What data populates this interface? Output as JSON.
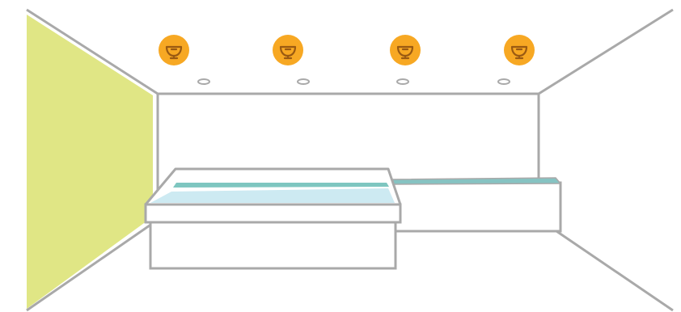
{
  "palette": {
    "background": "#ffffff",
    "line": "#a9a9a9",
    "left_wall": "#e0e685",
    "light_badge": "#f7a823",
    "light_badge_icon": "#9a5a12",
    "bed_top_light": "#cdeaf2",
    "bed_top_teal": "#7ec6c0",
    "bench_top": "#86c3c2",
    "ceiling_vent": "#a9a9a9"
  },
  "icons": {
    "light_badge": "cup-icon",
    "ceiling_vent": "ceiling-vent-icon"
  },
  "lights": [
    {
      "id": "light-1"
    },
    {
      "id": "light-2"
    },
    {
      "id": "light-3"
    },
    {
      "id": "light-4"
    }
  ]
}
